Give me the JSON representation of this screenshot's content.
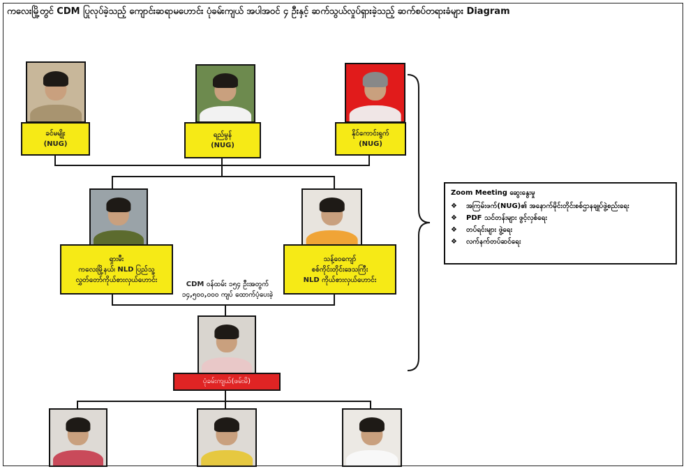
{
  "title": "ကလေးမြို့တွင် CDM ပြုလုပ်ခဲ့သည့် ကျောင်းဆရာမဟောင်း ပုံခမ်းကျယ် အပါအဝင် ၄ ဦးနှင့် ဆက်သွယ်လှုပ်ရှားခဲ့သည့် ဆက်စပ်တရားခံများ Diagram",
  "top_row": [
    {
      "name": "ခင်မမျိုး",
      "org": "(NUG)"
    },
    {
      "name": "ရည်မွန်",
      "org": "(NUG)"
    },
    {
      "name": "နိုင်ကောင်းရွက်",
      "org": "(NUG)"
    }
  ],
  "middle_row": [
    {
      "line1": "ရှားမီး",
      "line2": "ကလေးမြို့နယ်၊ NLD ပြည်သူ့",
      "line3": "လွှတ်တော်ကိုယ်စားလှယ်ဟောင်း"
    },
    {
      "line1": "သန့်ဝေကျော်",
      "line2": "စစ်ကိုင်းတိုင်းဒေသကြီး",
      "line3": "NLD ကိုယ်စားလှယ်ဟောင်း"
    }
  ],
  "funding_note": {
    "line1": "CDM ဝန်ထမ်း ၁၅၄ ဦးအတွက်",
    "line2": "၁၄,၅၀၀,၀၀၀ ကျပ် ထောက်ပံ့ပေးခဲ့"
  },
  "center_person": {
    "label": "ပုံခမ်းကျယ်(ဖမ်းမိ)"
  },
  "zoom_meeting": {
    "heading": "Zoom Meeting ဆွေးနွေးမှု",
    "bullet": "❖",
    "items": [
      "အကြမ်းဖက်(NUG)၏ အနောက်မိုင်းတိုင်းစစ်ဌာနချုပ်ဖွဲ့စည်းရေး",
      "PDF သင်တန်းများ ဖွင့်လှစ်ရေး",
      "တပ်ရင်းများ ဖွဲ့ရေး",
      "လက်နက်တပ်ဆင်ရေး"
    ]
  },
  "colors": {
    "yellow": "#f6ea16",
    "red": "#e02424"
  }
}
